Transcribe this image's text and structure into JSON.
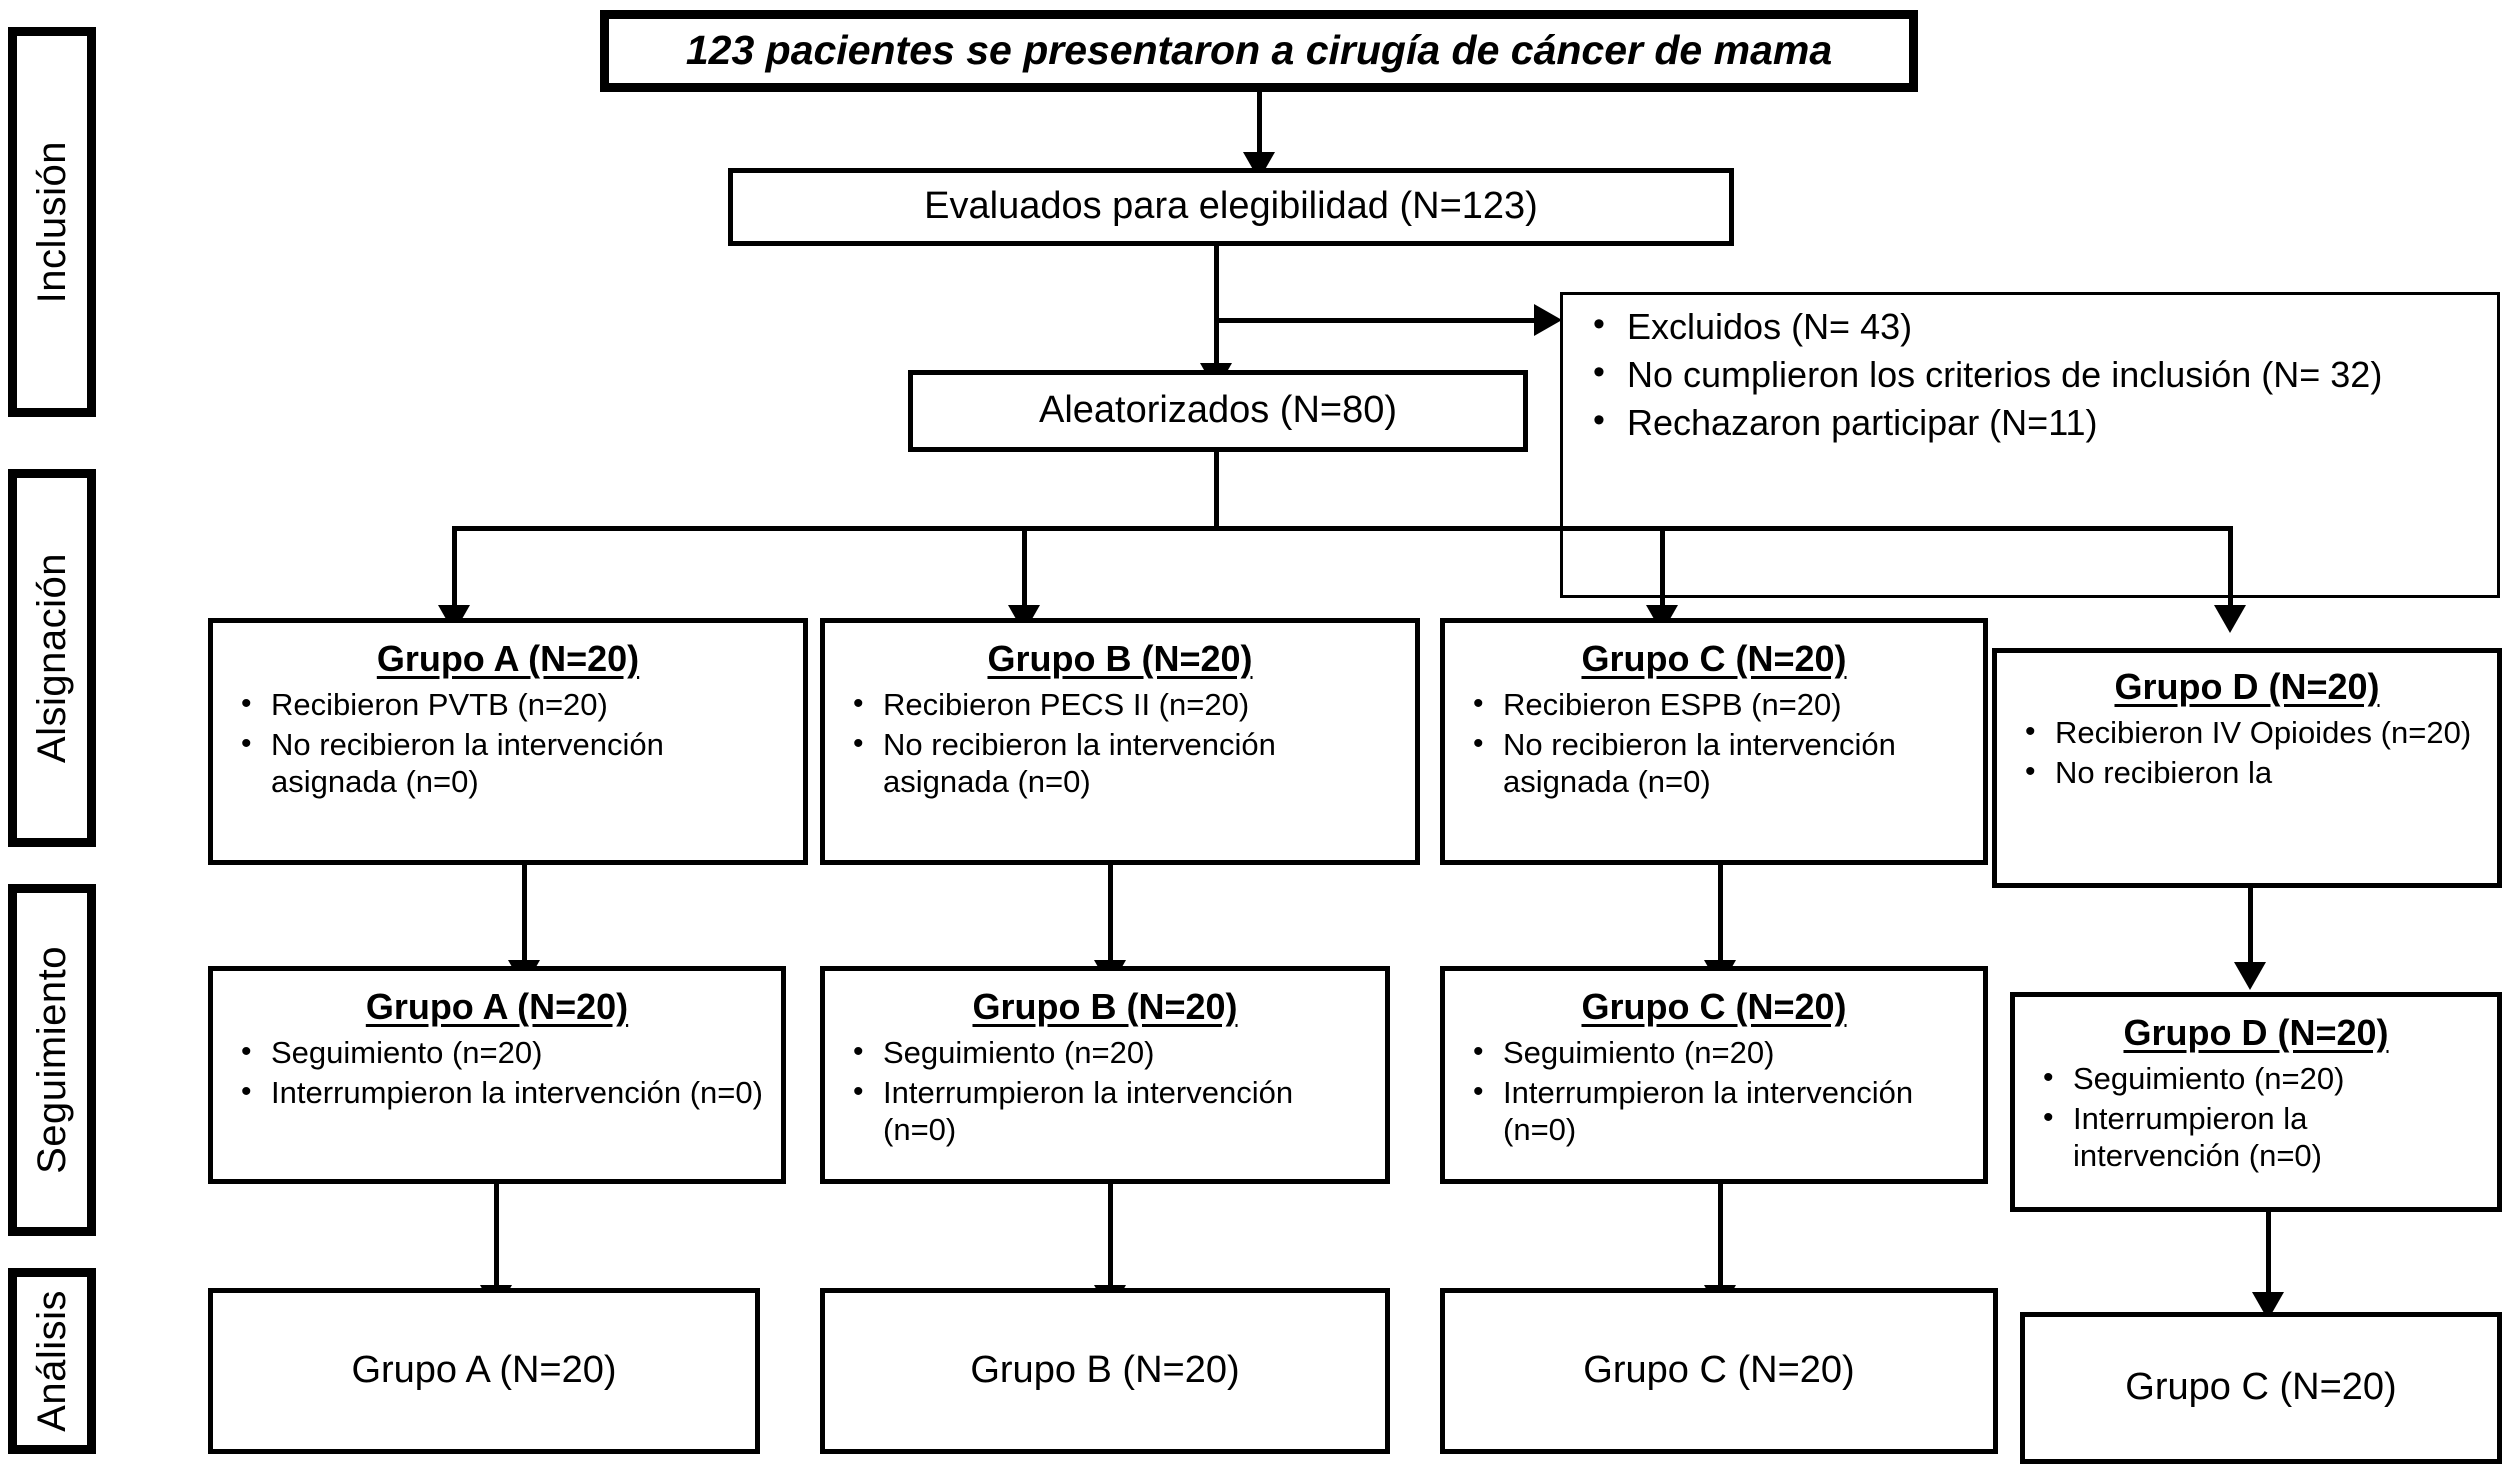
{
  "diagram": {
    "title": "123 pacientes se presentaron a cirugía de cáncer de mama",
    "stages": [
      {
        "id": "inclusion",
        "label": "Inclusión"
      },
      {
        "id": "asignacion",
        "label": "Alsignación"
      },
      {
        "id": "seguimiento",
        "label": "Seguimiento"
      },
      {
        "id": "analisis",
        "label": "Análisis"
      }
    ],
    "nodes": {
      "assessed": {
        "label": "Evaluados para elegibilidad (N=123)"
      },
      "randomized": {
        "label": "Aleatorizados (N=80)"
      },
      "excluded": {
        "items": [
          "Excluidos (N= 43)",
          "No cumplieron los criterios de inclusión (N= 32)",
          "Rechazaron participar (N=11)"
        ]
      }
    },
    "allocation": [
      {
        "id": "alloc-a",
        "head": "Grupo A  (N=20)",
        "items": [
          "Recibieron PVTB  (n=20)",
          "No recibieron la intervención asignada (n=0)"
        ]
      },
      {
        "id": "alloc-b",
        "head": "Grupo B  (N=20)",
        "items": [
          "Recibieron PECS II (n=20)",
          "No recibieron la intervención asignada (n=0)"
        ]
      },
      {
        "id": "alloc-c",
        "head": "Grupo C  (N=20)",
        "items": [
          "Recibieron ESPB  (n=20)",
          "No recibieron la intervención asignada (n=0)"
        ]
      },
      {
        "id": "alloc-d",
        "head": "Grupo D  (N=20)",
        "items": [
          "Recibieron IV Opioides (n=20)",
          "No recibieron la"
        ]
      }
    ],
    "followup": [
      {
        "id": "follow-a",
        "head": "Grupo A  (N=20)",
        "items": [
          "Seguimiento (n=20)",
          "Interrumpieron la intervención (n=0)"
        ]
      },
      {
        "id": "follow-b",
        "head": "Grupo B (N=20)",
        "items": [
          "Seguimiento (n=20)",
          "Interrumpieron la intervención (n=0)"
        ]
      },
      {
        "id": "follow-c",
        "head": "Grupo C (N=20)",
        "items": [
          "Seguimiento (n=20)",
          "Interrumpieron la intervención (n=0)"
        ]
      },
      {
        "id": "follow-d",
        "head": "Grupo D (N=20)",
        "items": [
          "Seguimiento (n=20)",
          "Interrumpieron la intervención (n=0)"
        ]
      }
    ],
    "analysis": [
      {
        "id": "an-a",
        "label": "Grupo A (N=20)"
      },
      {
        "id": "an-b",
        "label": "Grupo B (N=20)"
      },
      {
        "id": "an-c",
        "label": "Grupo C (N=20)"
      },
      {
        "id": "an-d",
        "label": "Grupo C (N=20)"
      }
    ],
    "colors": {
      "ink": "#000000",
      "paper": "#ffffff"
    }
  }
}
